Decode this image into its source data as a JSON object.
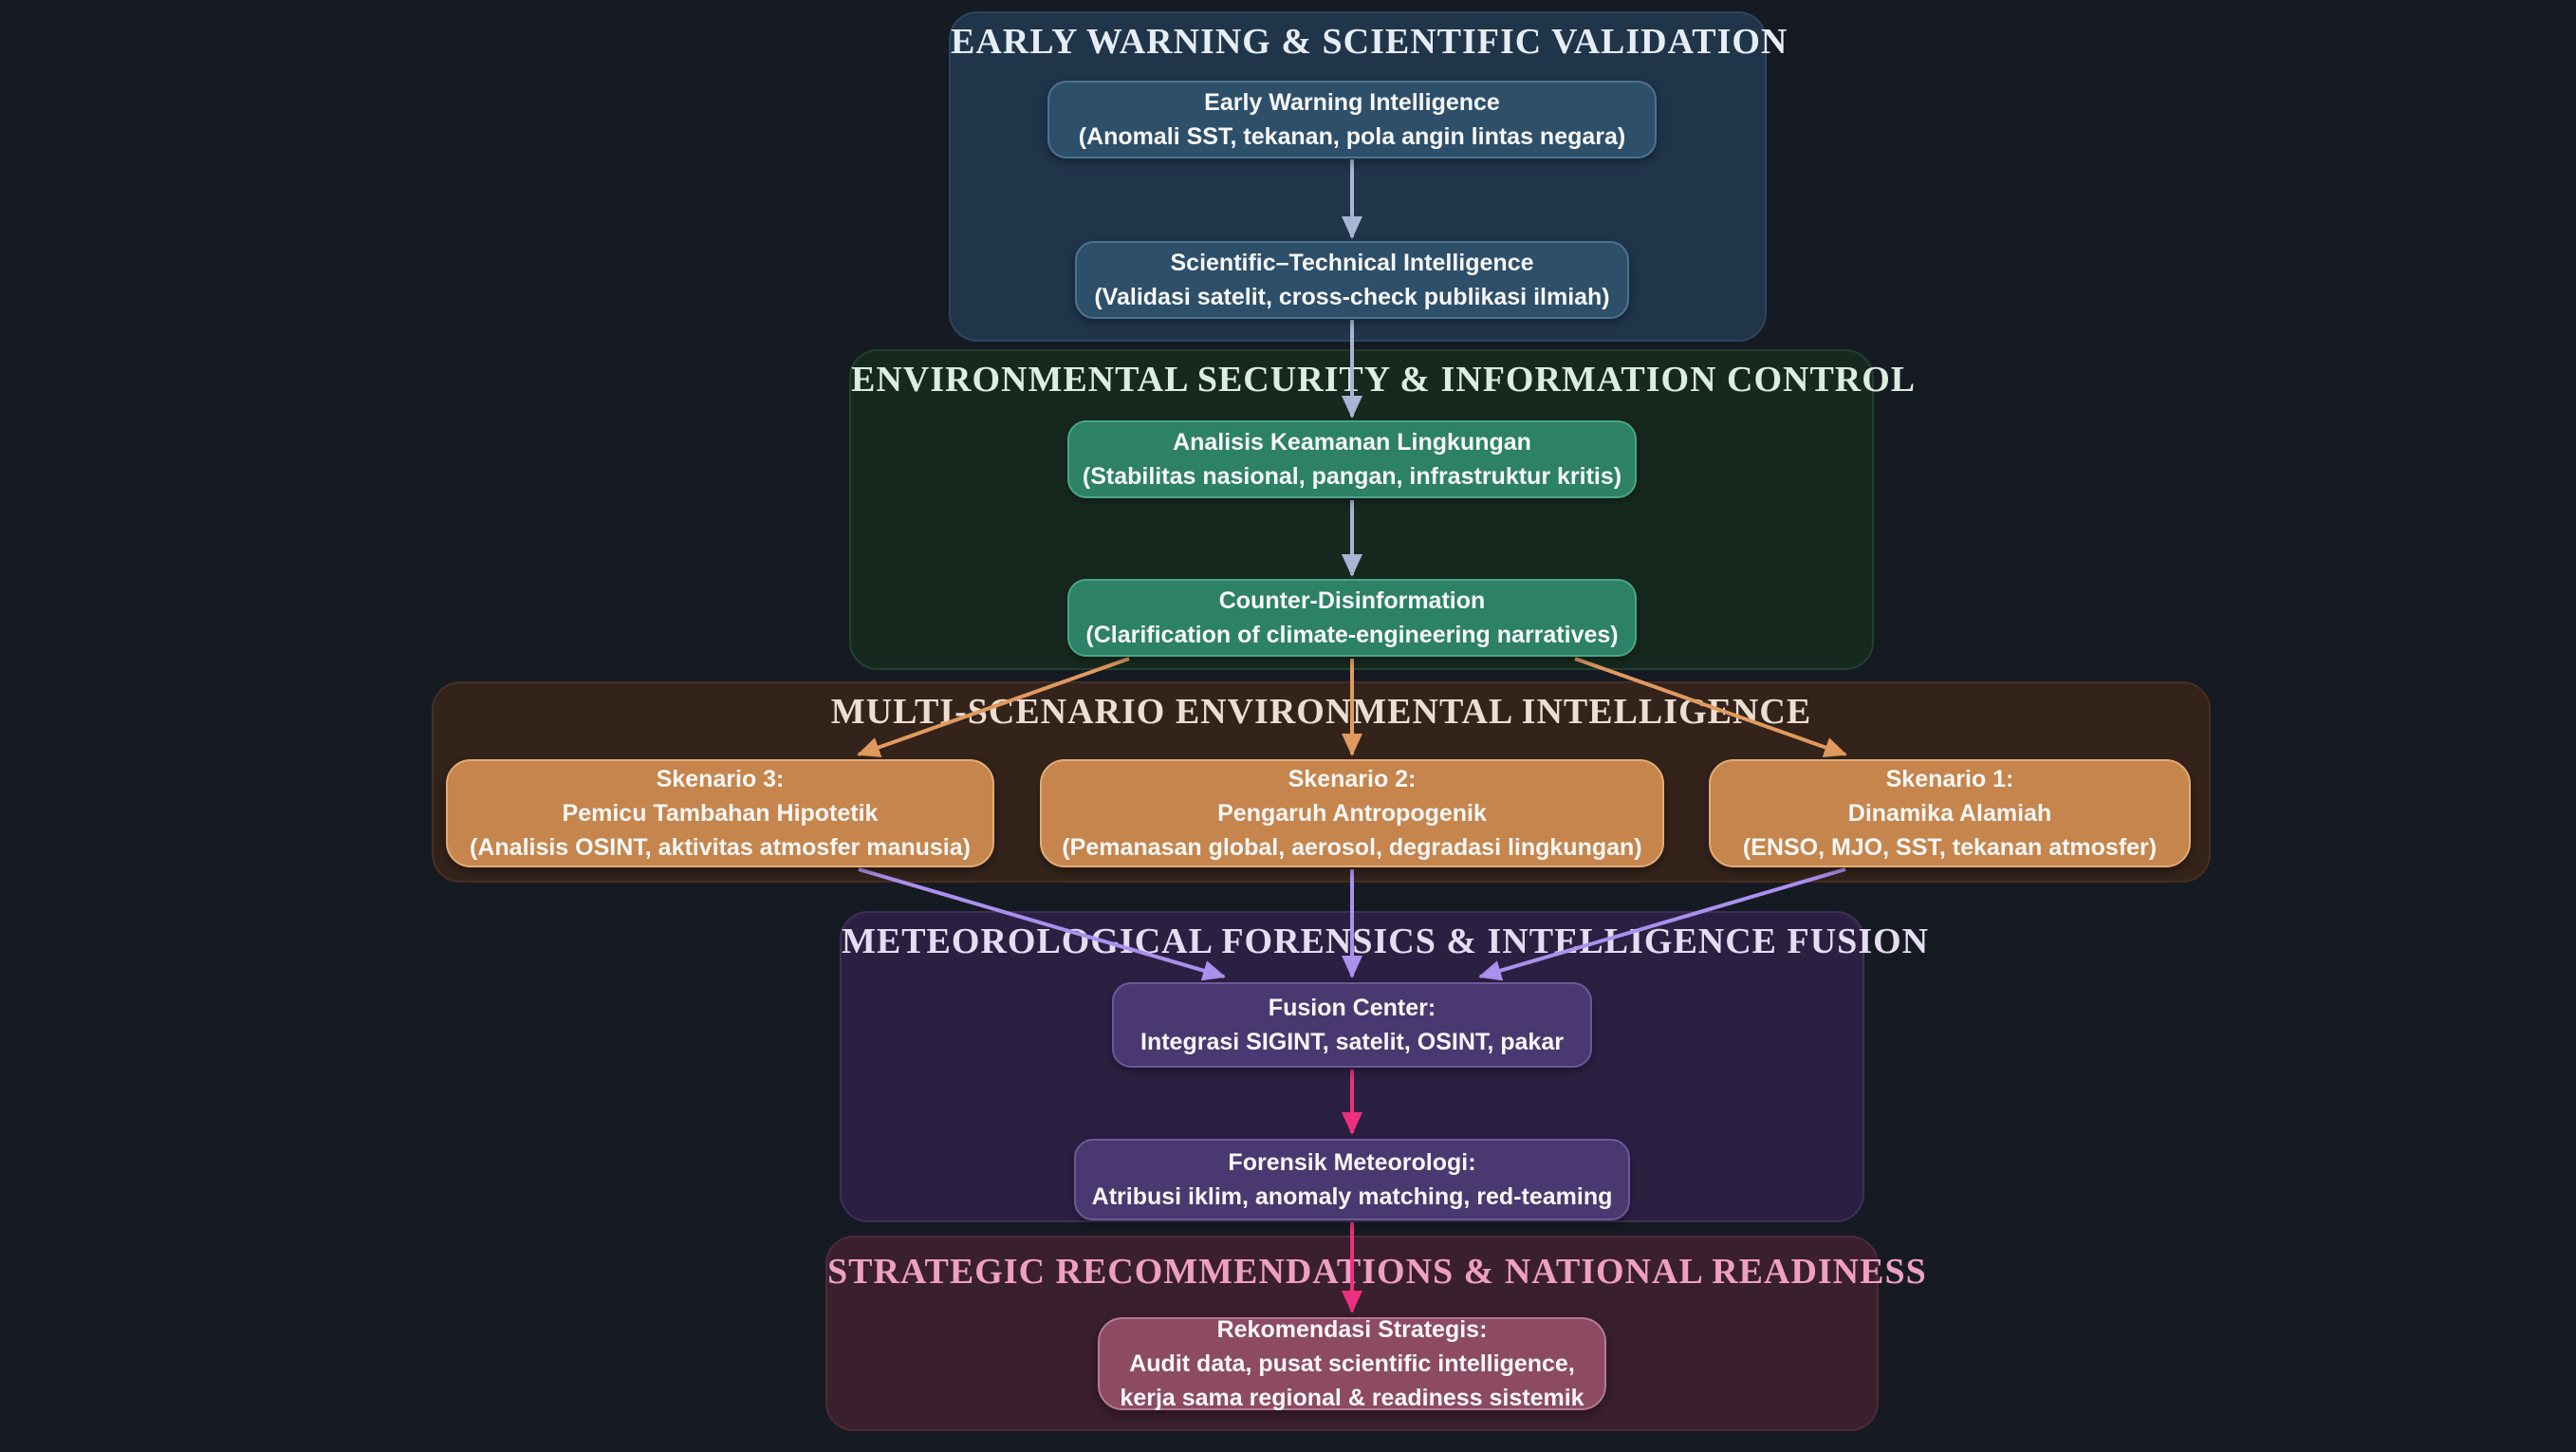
{
  "diagram": {
    "kind": "flowchart",
    "description_visible_text_only": true
  },
  "palette": {
    "page_bg": "#161a23",
    "node_text": "#f7f7f7",
    "s1_bg": "#20344a",
    "s1_border": "#2d4660",
    "s1_title": "#e6edf4",
    "s2_bg": "#17291f",
    "s2_border": "#23402f",
    "s2_title": "#dcedE1",
    "s3_bg": "#33231b",
    "s3_border": "#453023",
    "s3_title": "#ecdfd1",
    "s4_bg": "#2b2042",
    "s4_border": "#3e3059",
    "s4_title": "#e5def2",
    "s5_bg": "#3a1f2d",
    "s5_border": "#50293c",
    "s5_title": "#ef9fc2",
    "node_blue_fill": "#2e4f69",
    "node_blue_border": "#4d7392",
    "node_green_fill": "#2c8166",
    "node_green_border": "#4aa687",
    "node_orange_fill": "#c5854c",
    "node_orange_border": "#e3ab75",
    "node_purple_fill": "#4a3870",
    "node_purple_border": "#6d5898",
    "node_rose_fill": "#8c4a63",
    "node_rose_border": "#b57b95",
    "edge_blue": "#a9b5d4",
    "edge_orange": "#e09a5f",
    "edge_purple": "#ab90ee",
    "edge_pink": "#ee2f7f"
  },
  "sections": [
    {
      "id": "s1",
      "title": "EARLY WARNING & SCIENTIFIC VALIDATION"
    },
    {
      "id": "s2",
      "title": "ENVIRONMENTAL SECURITY & INFORMATION CONTROL"
    },
    {
      "id": "s3",
      "title": "MULTI-SCENARIO ENVIRONMENTAL INTELLIGENCE"
    },
    {
      "id": "s4",
      "title": "METEOROLOGICAL FORENSICS & INTELLIGENCE FUSION"
    },
    {
      "id": "s5",
      "title": "STRATEGIC RECOMMENDATIONS & NATIONAL READINESS"
    }
  ],
  "nodes": [
    {
      "id": "A",
      "section": "s1",
      "lines": [
        "Early Warning Intelligence",
        "(Anomali SST, tekanan, pola angin lintas negara)"
      ]
    },
    {
      "id": "B",
      "section": "s1",
      "lines": [
        "Scientific–Technical Intelligence",
        "(Validasi satelit, cross-check publikasi ilmiah)"
      ]
    },
    {
      "id": "C",
      "section": "s2",
      "lines": [
        "Analisis Keamanan Lingkungan",
        "(Stabilitas nasional, pangan, infrastruktur kritis)"
      ]
    },
    {
      "id": "D",
      "section": "s2",
      "lines": [
        "Counter-Disinformation",
        "(Clarification of climate-engineering narratives)"
      ]
    },
    {
      "id": "E",
      "section": "s3",
      "lines": [
        "Skenario 3:",
        "Pemicu Tambahan Hipotetik",
        "(Analisis OSINT, aktivitas atmosfer manusia)"
      ]
    },
    {
      "id": "F",
      "section": "s3",
      "lines": [
        "Skenario 2:",
        "Pengaruh Antropogenik",
        "(Pemanasan global, aerosol, degradasi lingkungan)"
      ]
    },
    {
      "id": "G",
      "section": "s3",
      "lines": [
        "Skenario 1:",
        "Dinamika Alamiah",
        "(ENSO, MJO, SST, tekanan atmosfer)"
      ]
    },
    {
      "id": "H",
      "section": "s4",
      "lines": [
        "Fusion Center:",
        "Integrasi SIGINT, satelit, OSINT, pakar"
      ]
    },
    {
      "id": "I",
      "section": "s4",
      "lines": [
        "Forensik Meteorologi:",
        "Atribusi iklim, anomaly matching, red-teaming"
      ]
    },
    {
      "id": "J",
      "section": "s5",
      "lines": [
        "Rekomendasi Strategis:",
        "Audit data, pusat scientific intelligence,",
        "kerja sama regional & readiness sistemik"
      ]
    }
  ],
  "edges": [
    {
      "from": "A",
      "to": "B",
      "color": "blue"
    },
    {
      "from": "B",
      "to": "C",
      "color": "blue"
    },
    {
      "from": "C",
      "to": "D",
      "color": "blue"
    },
    {
      "from": "D",
      "to": "E",
      "color": "orange"
    },
    {
      "from": "D",
      "to": "F",
      "color": "orange"
    },
    {
      "from": "D",
      "to": "G",
      "color": "orange"
    },
    {
      "from": "E",
      "to": "H",
      "color": "purple"
    },
    {
      "from": "F",
      "to": "H",
      "color": "purple"
    },
    {
      "from": "G",
      "to": "H",
      "color": "purple"
    },
    {
      "from": "H",
      "to": "I",
      "color": "pink"
    },
    {
      "from": "I",
      "to": "J",
      "color": "pink"
    }
  ]
}
